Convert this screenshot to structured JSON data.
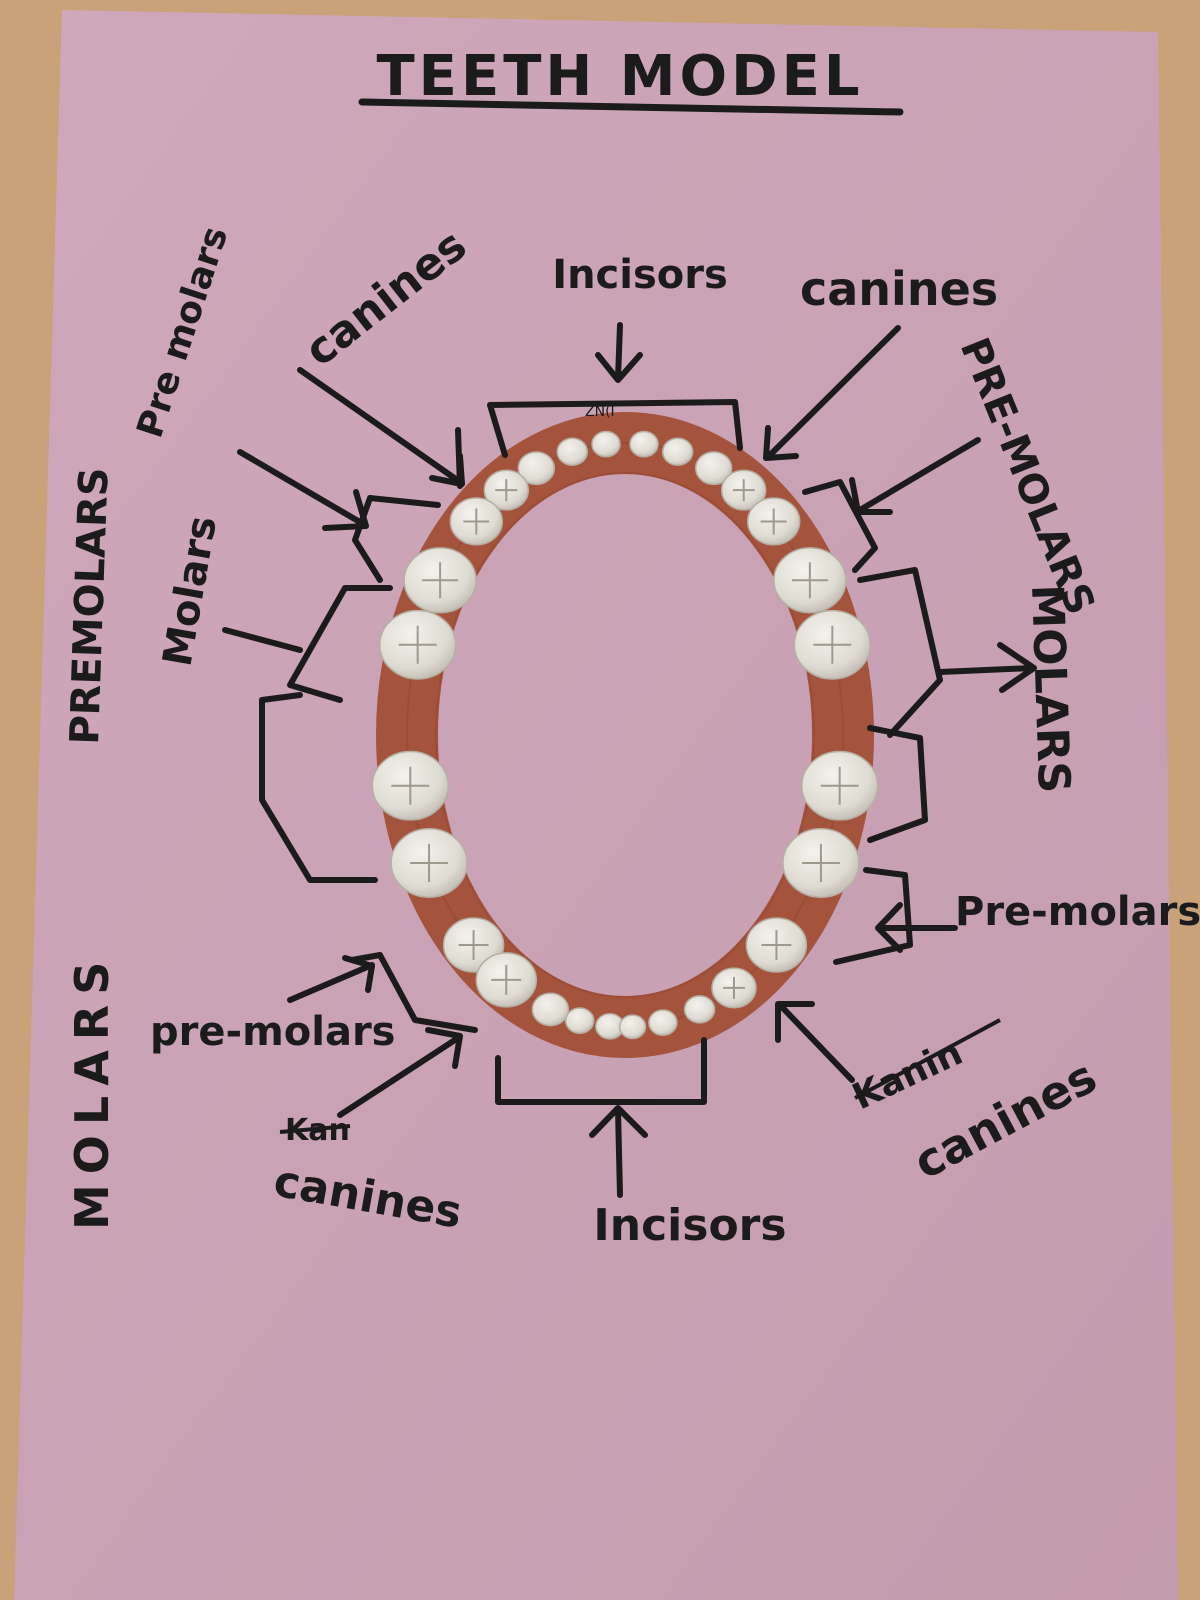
{
  "title": "TEETH MODEL",
  "labels": {
    "top_incisors": "Incisors",
    "top_left_canines": "canines",
    "top_right_canines": "canines",
    "top_left_premolars": "Pre molars",
    "top_right_premolars": "PRE-MOLARS",
    "left_molars": "Molars",
    "right_molars": "MOLARS",
    "far_left_premolars": "PREMOLARS",
    "far_left_molars": "MOLARS",
    "bottom_left_premolars": "pre-molars",
    "bottom_right_premolars": "Pre-molars",
    "bottom_left_canines": "canines",
    "bottom_right_canines": "canines",
    "bottom_incisors": "Incisors",
    "crossed_left": "Kan",
    "crossed_right": "Kanin",
    "small_mark": "ZN(I"
  },
  "colors": {
    "paper": "#c9a2b4",
    "clay_gum": "#a4543d",
    "tooth": "#e4e1d9",
    "ink": "#1b1b1b",
    "table": "#c9a27a"
  }
}
